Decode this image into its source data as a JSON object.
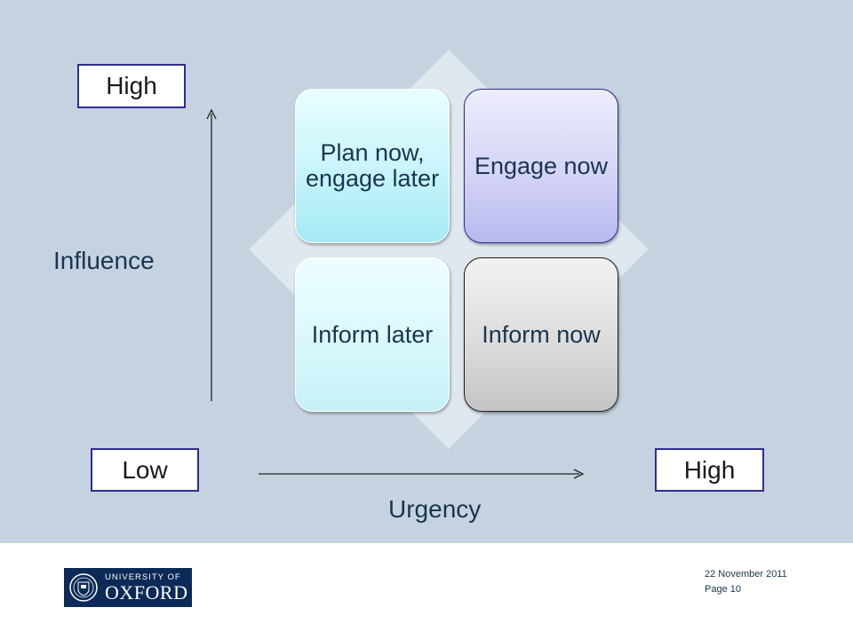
{
  "matrix": {
    "top_left": "Plan now, engage later",
    "top_right": "Engage now",
    "bottom_left": "Inform later",
    "bottom_right": "Inform now"
  },
  "y_axis": {
    "title": "Influence",
    "high_label": "High"
  },
  "x_axis": {
    "title": "Urgency",
    "low_label": "Low",
    "high_label": "High"
  },
  "footer": {
    "logo_line1": "UNIVERSITY OF",
    "logo_line2": "OXFORD",
    "date": "22 November 2011",
    "page": "Page 10"
  },
  "colors": {
    "background": "#c5d3e0",
    "box_border": "#2f2c8e",
    "logo_bg": "#0b2a57"
  }
}
